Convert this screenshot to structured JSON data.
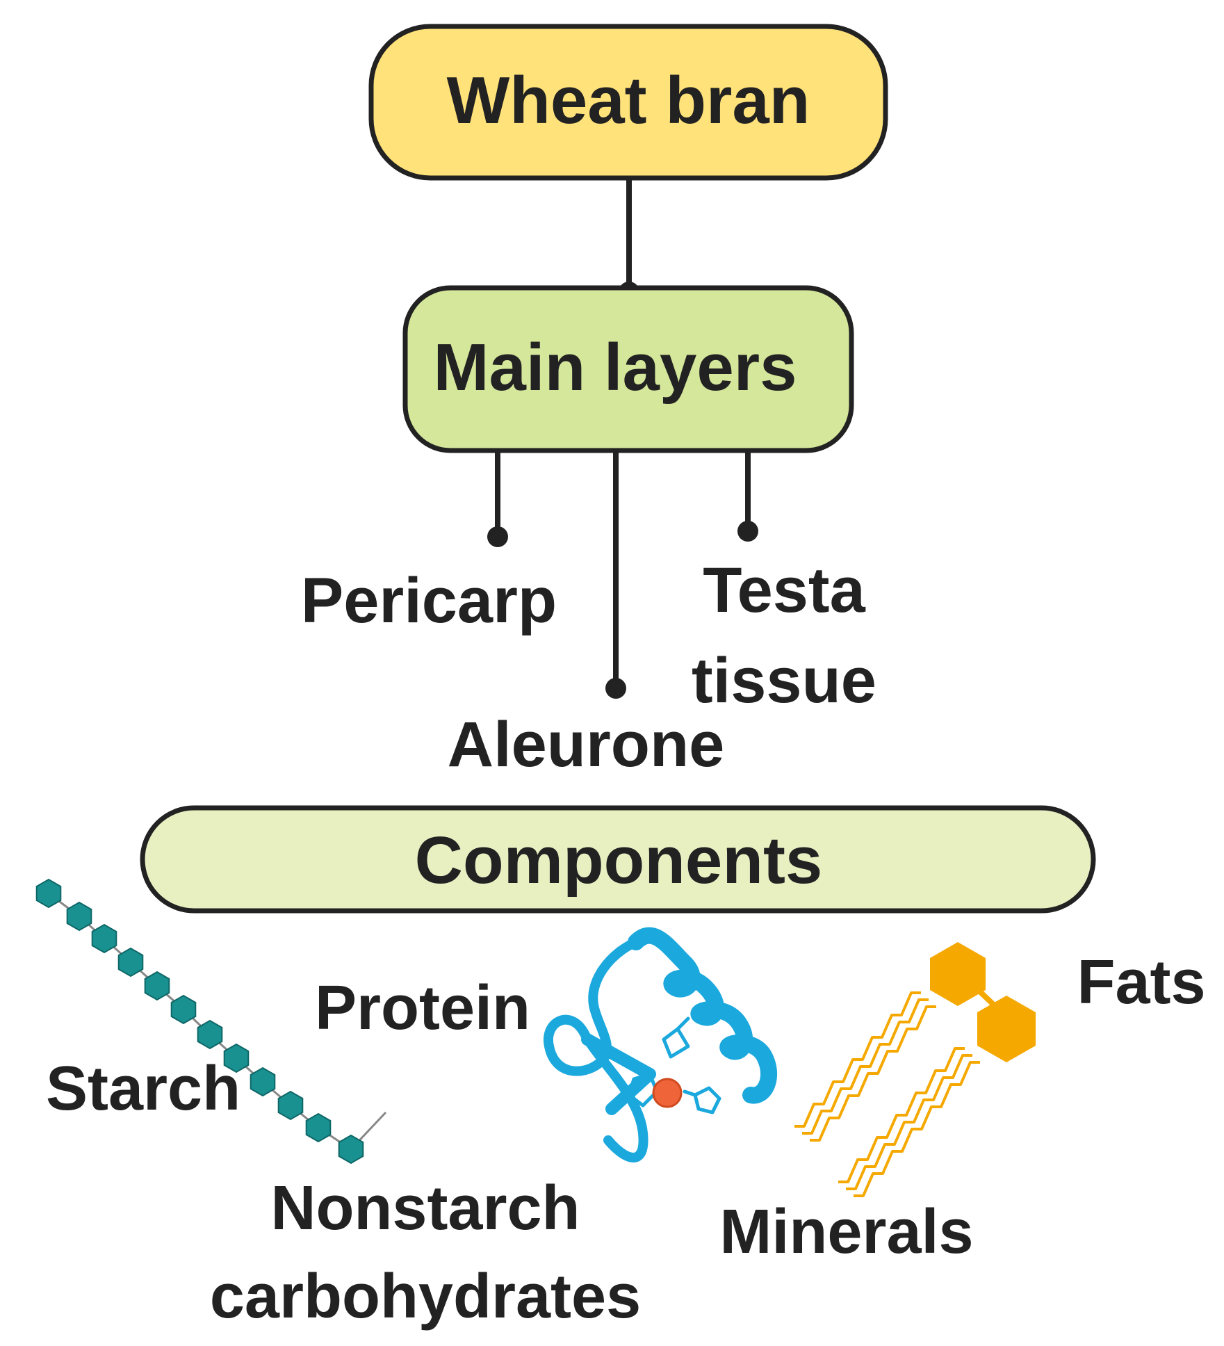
{
  "diagram": {
    "root": {
      "label": "Wheat bran",
      "fill": "#FFE27A",
      "stroke": "#222222"
    },
    "layers": {
      "label": "Main layers",
      "fill": "#D5E79B",
      "stroke": "#222222"
    },
    "layer_items": [
      {
        "label": "Pericarp"
      },
      {
        "label": "Aleurone"
      },
      {
        "label_line1": "Testa",
        "label_line2": "tissue"
      }
    ],
    "components": {
      "label": "Components",
      "fill": "#E8F0C2",
      "stroke": "#222222",
      "items": [
        {
          "label": "Starch",
          "icon": "starch-chain-icon",
          "color": "#1A9191"
        },
        {
          "label": "Protein",
          "icon": "protein-ribbon-icon",
          "color": "#1BA8DD"
        },
        {
          "label_line1": "Nonstarch",
          "label_line2": "carbohydrates"
        },
        {
          "label": "Minerals",
          "icon": "mineral-ion-icon",
          "color": "#F0643A"
        },
        {
          "label": "Fats",
          "icon": "fat-molecule-icon",
          "color": "#F5A800"
        }
      ]
    },
    "text_color": "#222222",
    "connector_color": "#222222"
  }
}
